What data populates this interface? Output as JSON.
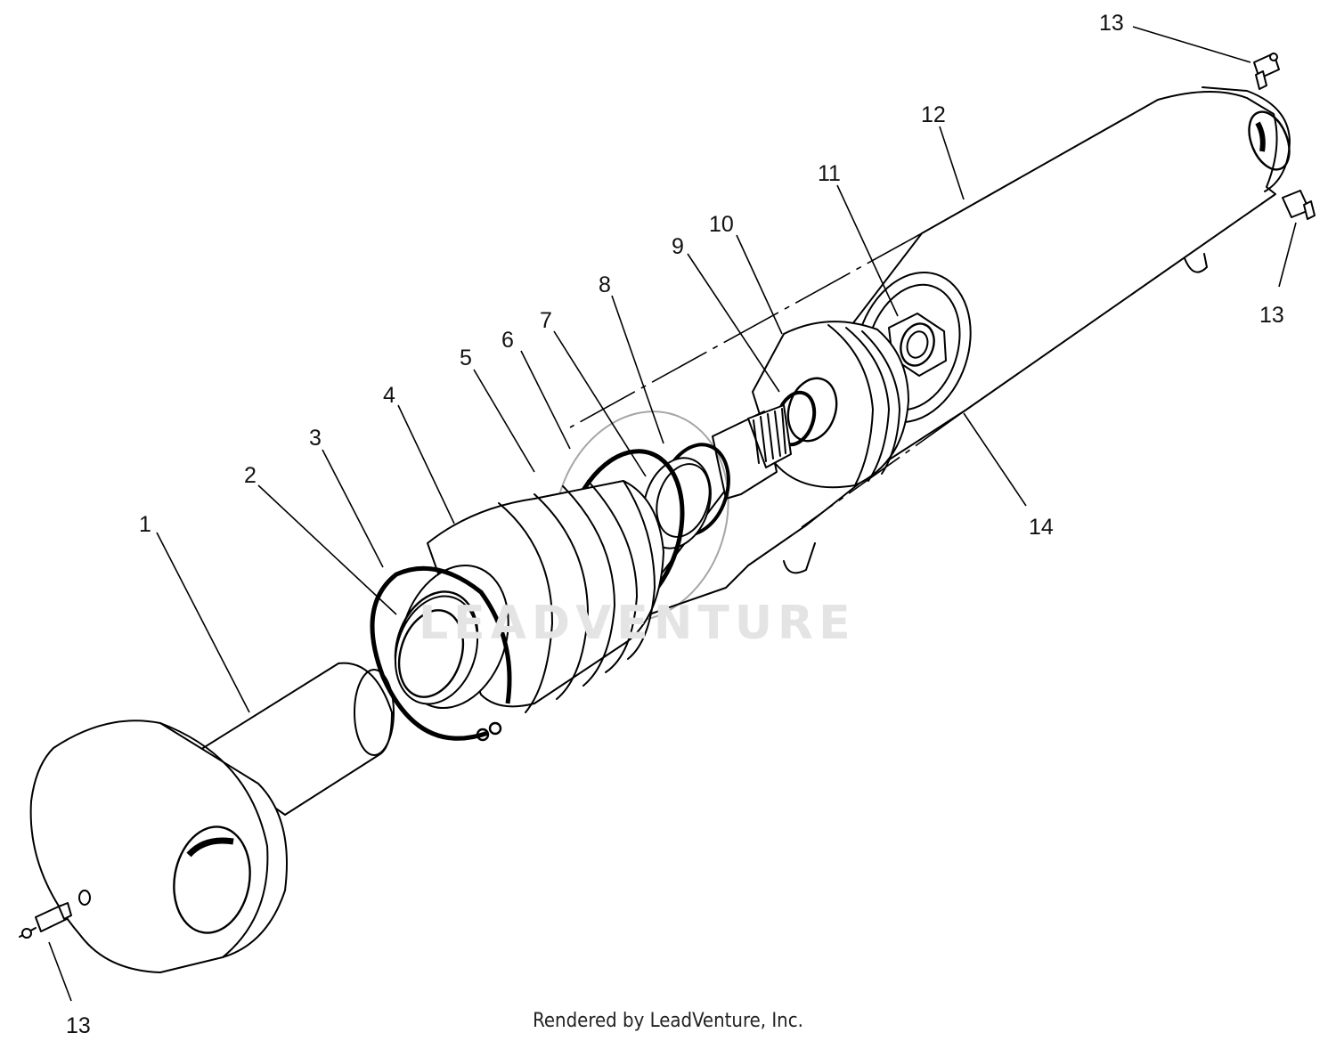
{
  "diagram": {
    "watermark": "LEADVENTURE",
    "footer": "Rendered by LeadVenture, Inc.",
    "callouts": [
      {
        "id": "c1",
        "text": "1"
      },
      {
        "id": "c2",
        "text": "2"
      },
      {
        "id": "c3",
        "text": "3"
      },
      {
        "id": "c4",
        "text": "4"
      },
      {
        "id": "c5",
        "text": "5"
      },
      {
        "id": "c6",
        "text": "6"
      },
      {
        "id": "c7",
        "text": "7"
      },
      {
        "id": "c8",
        "text": "8"
      },
      {
        "id": "c9",
        "text": "9"
      },
      {
        "id": "c10",
        "text": "10"
      },
      {
        "id": "c11",
        "text": "11"
      },
      {
        "id": "c12",
        "text": "12"
      },
      {
        "id": "c13a",
        "text": "13"
      },
      {
        "id": "c13b",
        "text": "13"
      },
      {
        "id": "c13c",
        "text": "13"
      },
      {
        "id": "c14",
        "text": "14"
      }
    ]
  }
}
